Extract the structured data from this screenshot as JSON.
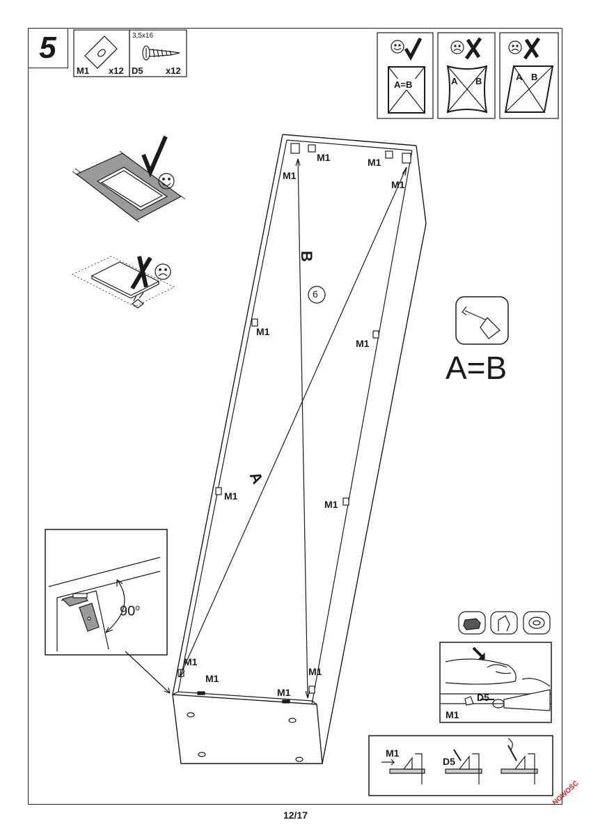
{
  "step": {
    "number": "5"
  },
  "parts": {
    "m1": {
      "code": "M1",
      "qty": "x12",
      "icon": "corner-bracket-icon"
    },
    "d5": {
      "code": "D5",
      "qty": "x12",
      "size": "3,5x16",
      "icon": "screw-icon"
    }
  },
  "squareness_checks": [
    {
      "label": "A=B",
      "verdict": "correct",
      "icons": [
        "smiley-icon",
        "checkmark-icon"
      ]
    },
    {
      "label_a": "A",
      "label_b": "B",
      "verdict": "wrong",
      "icons": [
        "sad-face-icon",
        "cross-icon"
      ]
    },
    {
      "label_a": "A",
      "label_b": "B",
      "verdict": "wrong",
      "icons": [
        "sad-face-icon",
        "cross-icon"
      ]
    }
  ],
  "cabinet": {
    "part_label": "M1",
    "diagonal_a": "A",
    "diagonal_b": "B",
    "panel_number": "6"
  },
  "measure": {
    "label": "A=B",
    "icon": "tape-measure-icon"
  },
  "detail": {
    "angle": "90",
    "angle_unit": "o"
  },
  "tools": {
    "icons": [
      "glove-icon",
      "hand-icon",
      "tape-icon"
    ],
    "labels": {
      "m1": "M1",
      "d5": "D5"
    }
  },
  "sequence": {
    "m1": "M1",
    "d5": "D5"
  },
  "footer": {
    "page": "12/17",
    "badge": "NOWOŚĆ"
  }
}
